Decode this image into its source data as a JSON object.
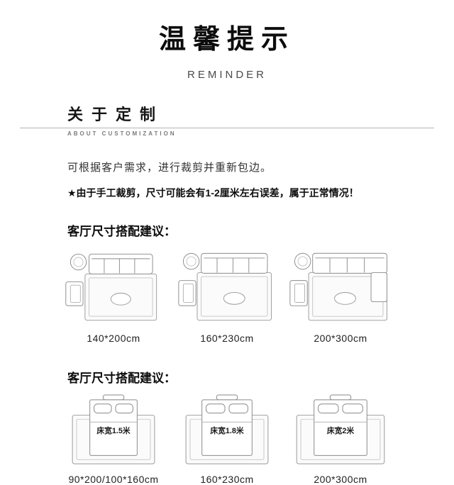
{
  "header": {
    "title": "温馨提示",
    "subtitle": "REMINDER"
  },
  "section": {
    "title": "关于定制",
    "subtitle": "ABOUT CUSTOMIZATION"
  },
  "notes": {
    "line1": "可根据客户需求，进行裁剪并重新包边。",
    "line2": "★由于手工裁剪，尺寸可能会有1-2厘米左右误差，属于正常情况！"
  },
  "living_room": {
    "heading": "客厅尺寸搭配建议：",
    "items": [
      {
        "size": "140*200cm"
      },
      {
        "size": "160*230cm"
      },
      {
        "size": "200*300cm"
      }
    ]
  },
  "bedroom": {
    "heading": "客厅尺寸搭配建议：",
    "items": [
      {
        "label": "床宽1.5米",
        "size": "90*200/100*160cm"
      },
      {
        "label": "床宽1.8米",
        "size": "160*230cm"
      },
      {
        "label": "床宽2米",
        "size": "200*300cm"
      }
    ]
  }
}
